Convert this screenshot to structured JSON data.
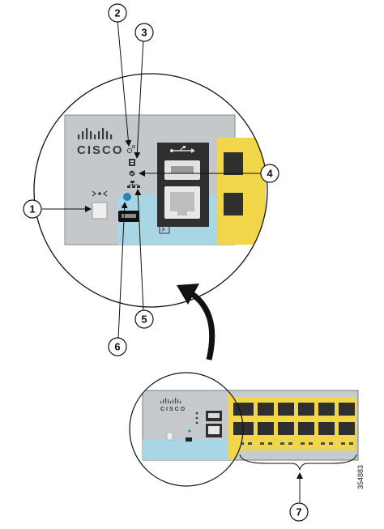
{
  "brand": {
    "logo_text": "CISCO"
  },
  "callouts": [
    {
      "number": "1",
      "target": "mode-button"
    },
    {
      "number": "2",
      "target": "system-led"
    },
    {
      "number": "3",
      "target": "stack-led"
    },
    {
      "number": "4",
      "target": "status-led"
    },
    {
      "number": "5",
      "target": "network-led"
    },
    {
      "number": "6",
      "target": "reset-button"
    },
    {
      "number": "7",
      "target": "port-leds"
    }
  ],
  "figure_id": "354883",
  "icons": [
    "usb-icon",
    "console-icon",
    "mode-arrows-icon",
    "curved-arrow-icon"
  ],
  "colors": {
    "panel": "#c4c8cb",
    "accent_yellow": "#f2d64a",
    "accent_blue": "#a9d6e5",
    "port_dark": "#2f2f2f",
    "line": "#111111"
  }
}
